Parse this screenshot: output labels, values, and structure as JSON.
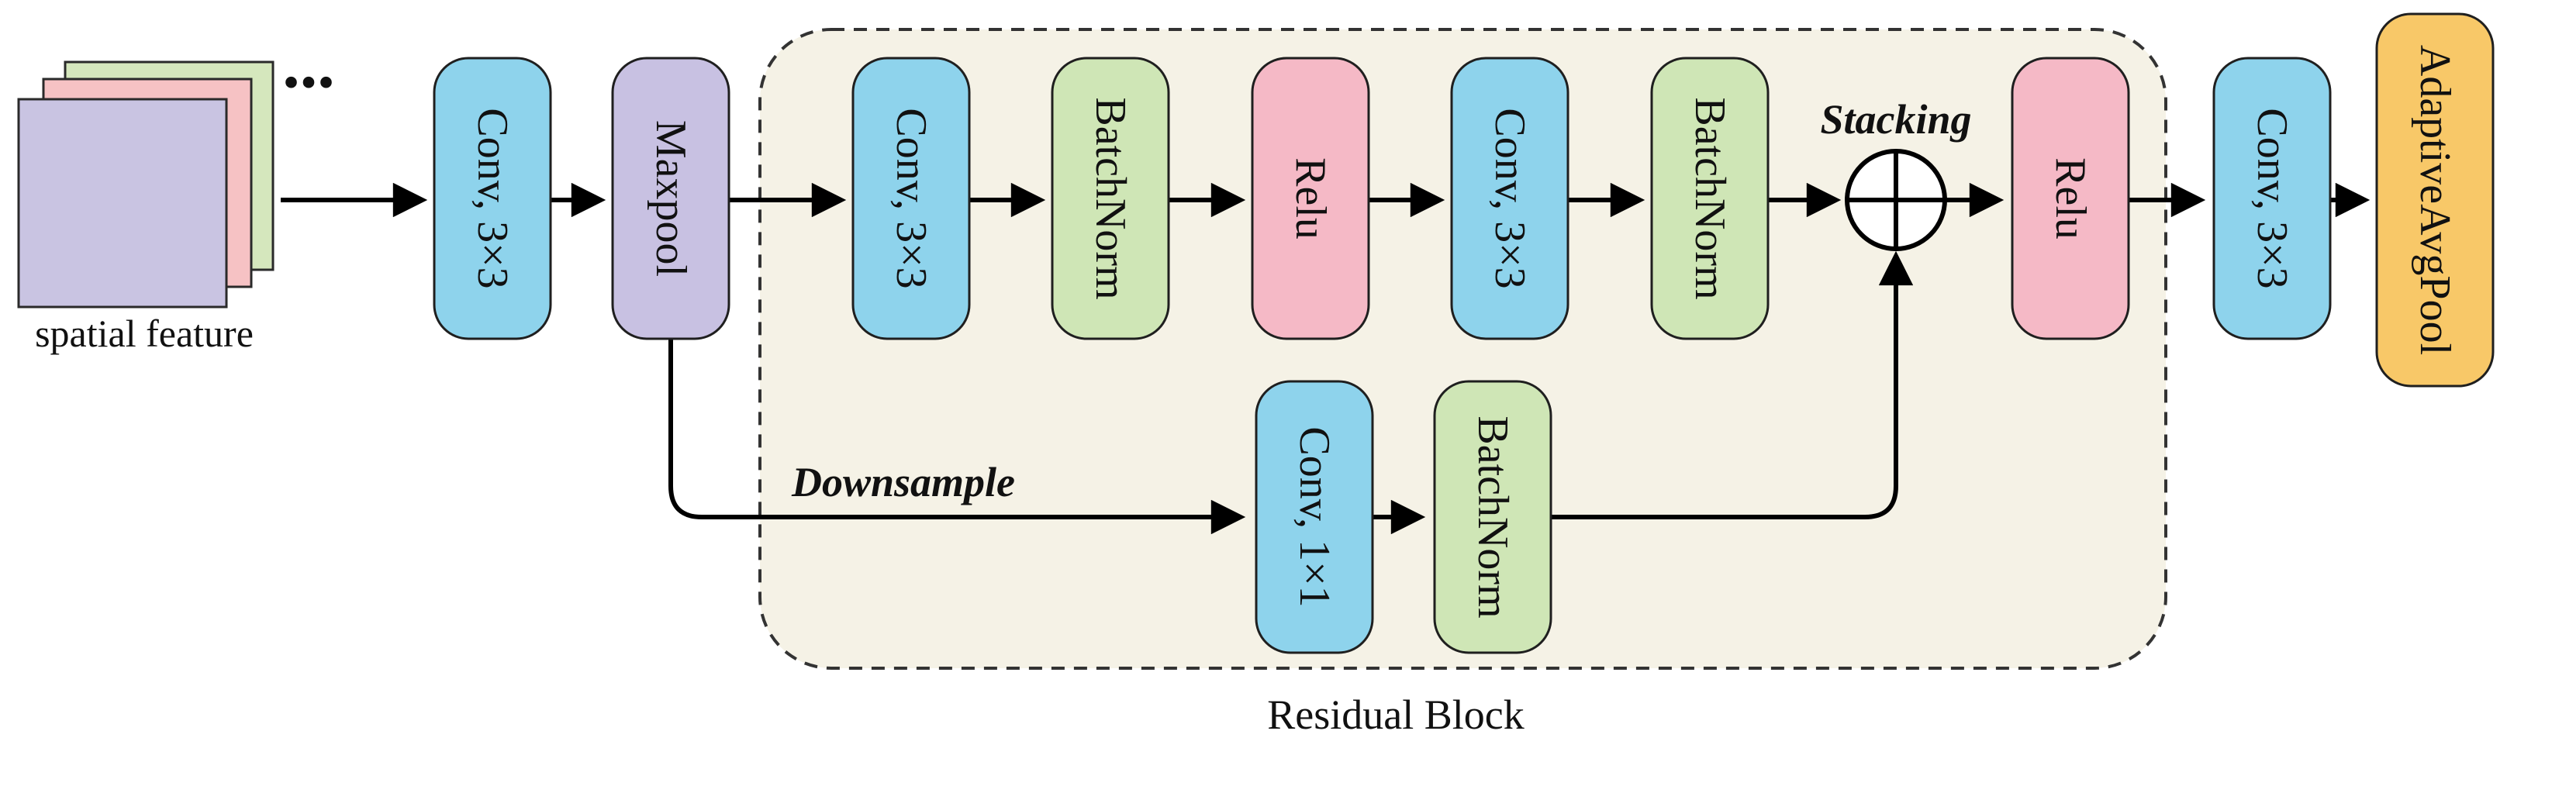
{
  "diagram": {
    "labels": {
      "spatial_feature": "spatial feature",
      "ellipsis": "...",
      "stem_conv": "Conv, 3×3",
      "maxpool": "Maxpool",
      "rb_conv1": "Conv, 3×3",
      "rb_bn1": "BatchNorm",
      "rb_relu1": "Relu",
      "rb_conv2": "Conv, 3×3",
      "rb_bn2": "BatchNorm",
      "rb_relu2": "Relu",
      "ds_conv": "Conv, 1×1",
      "ds_bn": "BatchNorm",
      "out_conv": "Conv, 3×3",
      "avgpool": "AdaptiveAvgPool",
      "stacking": "Stacking",
      "downsample": "Downsample",
      "residual_block": "Residual Block"
    },
    "colors": {
      "conv_blue": "#8ed3ec",
      "pool_purple": "#c8c1e2",
      "batchnorm_green": "#cfe6b6",
      "relu_pink": "#f5b9c6",
      "avgpool_orange": "#f8c868",
      "block_bg": "#f5f2e6",
      "square_green": "#d5e7bd",
      "square_pink": "#f6c2c4",
      "square_purple": "#c9c4e2"
    }
  }
}
